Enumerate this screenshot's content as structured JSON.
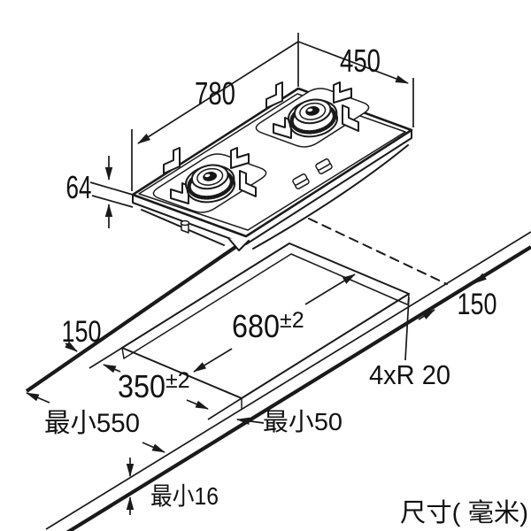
{
  "diagram": {
    "caption": "尺寸( 毫米)",
    "appliance": {
      "width": "780",
      "depth": "450",
      "height": "64"
    },
    "cutout": {
      "length": "680",
      "length_tolerance": "±2",
      "width": "350",
      "width_tolerance": "±2",
      "corner_radius": "4xR 20",
      "rear_left_clearance": "150",
      "rear_right_clearance": "150"
    },
    "worktop": {
      "min_depth": "最小550",
      "min_front_edge": "最小50",
      "min_thickness": "最小16"
    },
    "colors": {
      "line": "#1a1a1a",
      "background": "#ffffff"
    }
  }
}
